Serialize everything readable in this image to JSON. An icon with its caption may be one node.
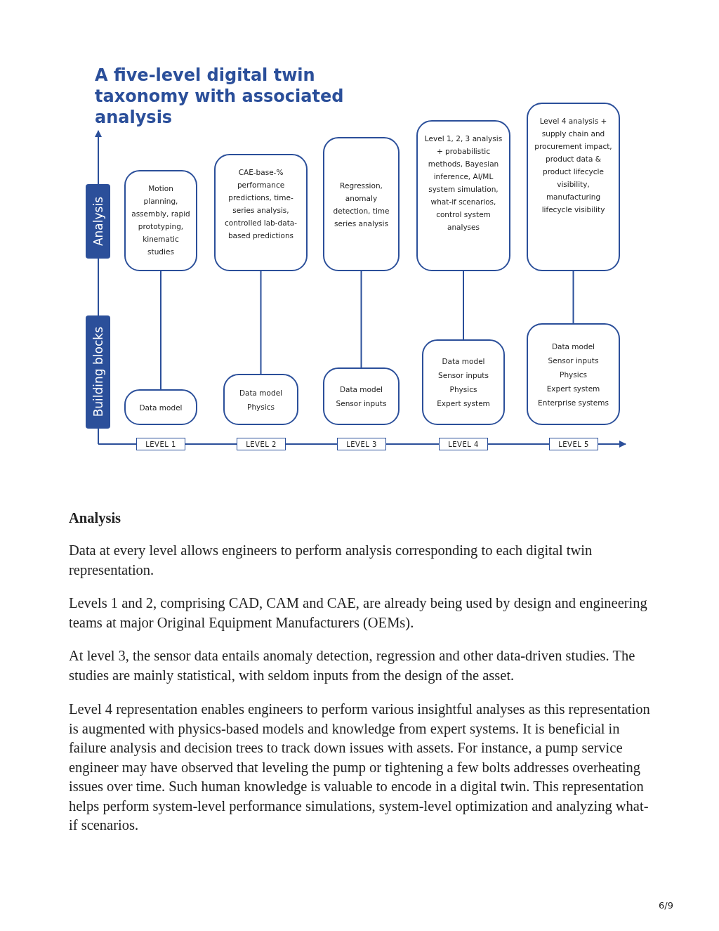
{
  "diagram": {
    "title": "A five-level digital twin taxonomy with associated analysis",
    "nodes": [
      {
        "text": [
          "Analysis"
        ]
      },
      {
        "text": [
          "Motion planning, assembly, rapid prototyping, kinematic studies"
        ]
      },
      {
        "text": [
          "CAE-base-% performance predictions, time-series analysis, controlled lab-data-based predictions"
        ]
      },
      {
        "text": [
          "Regression, anomaly detection, time series analysis"
        ]
      },
      {
        "text": [
          "Level 1, 2, 3 analysis + probabilistic methods, Bayesian inference, AI/ML system simulation, what-if scenarios, control system analyses"
        ]
      },
      {
        "text": [
          "Level 4 analysis + supply chain and procurement impact, product data & product lifecycle visibility, manufacturing lifecycle visibility"
        ]
      },
      {
        "text": [
          "Building blocks"
        ]
      },
      {
        "text": [
          "Data model"
        ]
      },
      {
        "text": [
          "Data model",
          "Physics"
        ]
      },
      {
        "text": [
          "Data model",
          "Sensor inputs"
        ]
      },
      {
        "text": [
          "Data model",
          "Sensor inputs",
          "Physics",
          "Expert system"
        ]
      },
      {
        "text": [
          "Data model",
          "Sensor inputs",
          "Physics",
          "Expert system",
          "Enterprise systems"
        ]
      },
      {
        "text": [
          "LEVEL 1"
        ]
      },
      {
        "text": [
          "LEVEL 2"
        ]
      },
      {
        "text": [
          "LEVEL 3"
        ]
      },
      {
        "text": [
          "LEVEL 4"
        ]
      },
      {
        "text": [
          "LEVEL 5"
        ]
      }
    ],
    "edges": [
      {
        "from": 1,
        "to": 7,
        "arrow": "none"
      },
      {
        "from": 2,
        "to": 8,
        "arrow": "none"
      },
      {
        "from": 3,
        "to": 9,
        "arrow": "none"
      },
      {
        "from": 4,
        "to": 10,
        "arrow": "none"
      },
      {
        "from": 5,
        "to": 11,
        "arrow": "none"
      }
    ],
    "labels": [
      "Analysis",
      "Data at every level allows engineers to perform analysis corresponding to each digital twin representation.",
      "Levels 1 and 2, comprising CAD, CAM and CAE, are already being used by design and engineering teams at major Original Equipment Manufacturers (OEMs).",
      "At level 3, the sensor data entails anomaly detection, regression and other data-driven studies. The studies are mainly statistical, with seldom inputs from the design of the asset.",
      "Level 4 representation enables engineers to perform various insightful analyses as this representation is augmented with physics-based models and knowledge from expert systems. It is beneficial in failure analysis and decision trees to track down issues with assets. For instance, a pump service engineer may have observed that leveling the pump or tightening a few bolts addresses overheating issues over time. Such human knowledge is valuable to encode in a digital twin. This representation helps perform system-level performance simulations, system-level optimization and analyzing what-if scenarios.",
      "6/9"
    ]
  }
}
